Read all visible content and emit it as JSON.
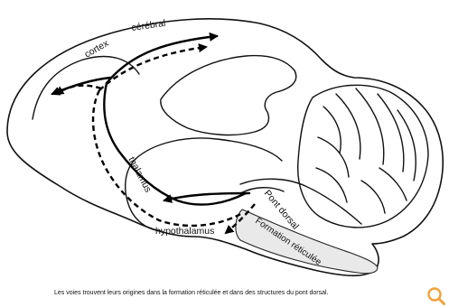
{
  "labels": {
    "cortex": "cortex",
    "cerebral": "cérébral",
    "thalamus": "thalamus",
    "hypothalamus": "hypothalamus",
    "pont_dorsal": "Pont dorsal",
    "formation_reticulee": "Formation réticulée"
  },
  "caption": "Les voies trouvent leurs origines dans la formation réticulée et dans des structures du pont dorsal.",
  "zoom_icon": "magnifier-icon",
  "colors": {
    "zoom_icon": "#f0a23a",
    "reticular_formation": "#e9e9e9"
  }
}
